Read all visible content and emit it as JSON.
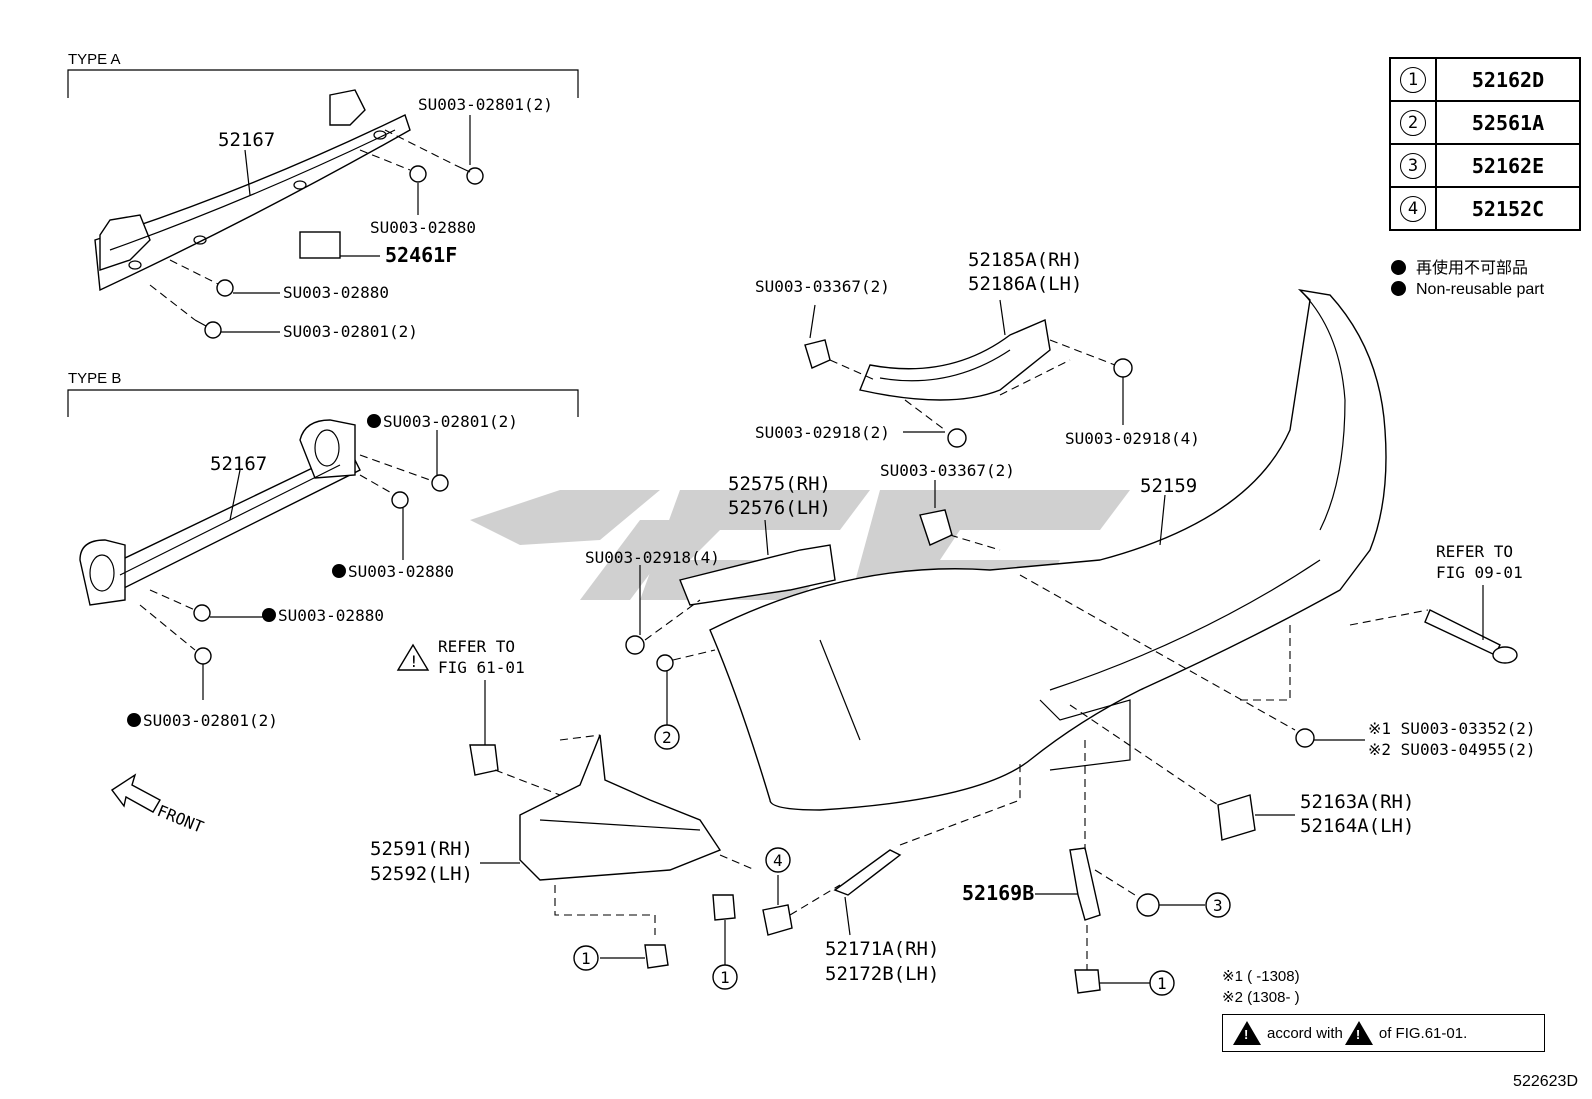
{
  "diagram": {
    "type_a_label": "TYPE A",
    "type_b_label": "TYPE B",
    "front_label": "FRONT",
    "diagram_code": "522623D",
    "ref_table": [
      {
        "num": "1",
        "code": "52162D"
      },
      {
        "num": "2",
        "code": "52561A"
      },
      {
        "num": "3",
        "code": "52162E"
      },
      {
        "num": "4",
        "code": "52152C"
      }
    ],
    "legend": {
      "jp": "再使用不可部品",
      "en": "Non-reusable part"
    },
    "notes": {
      "n1": "※1 (        -1308)",
      "n2": "※2 (1308-        )",
      "accord_pre": "accord with",
      "accord_post": "of FIG.61-01."
    },
    "labels": {
      "a_52167": "52167",
      "a_su_02801_top": "SU003-02801(2)",
      "a_su_02880_mid": "SU003-02880",
      "a_52461f": "52461F",
      "a_su_02880_low": "SU003-02880",
      "a_su_02801_low": "SU003-02801(2)",
      "b_52167": "52167",
      "b_su_02801_top": "SU003-02801(2)",
      "b_su_02880_mid": "SU003-02880",
      "b_su_02880_low": "SU003-02880",
      "b_su_02801_low": "SU003-02801(2)",
      "su_03367_top": "SU003-03367(2)",
      "p_52185a": "52185A(RH)",
      "p_52186a": "52186A(LH)",
      "su_02918_2": "SU003-02918(2)",
      "su_02918_4_right": "SU003-02918(4)",
      "su_03367_mid": "SU003-03367(2)",
      "p_52159": "52159",
      "p_52575": "52575(RH)",
      "p_52576": "52576(LH)",
      "su_02918_4_left": "SU003-02918(4)",
      "refer_61_a": "REFER TO",
      "refer_61_b": "FIG 61-01",
      "refer_09_a": "REFER TO",
      "refer_09_b": "FIG 09-01",
      "su_03352": "※1 SU003-03352(2)",
      "su_04955": "※2 SU003-04955(2)",
      "p_52163a": "52163A(RH)",
      "p_52164a": "52164A(LH)",
      "p_52591": "52591(RH)",
      "p_52592": "52592(LH)",
      "p_52169b": "52169B",
      "p_52171a": "52171A(RH)",
      "p_52172b": "52172B(LH)",
      "callout_1": "1",
      "callout_2": "2",
      "callout_3": "3",
      "callout_4": "4"
    }
  }
}
